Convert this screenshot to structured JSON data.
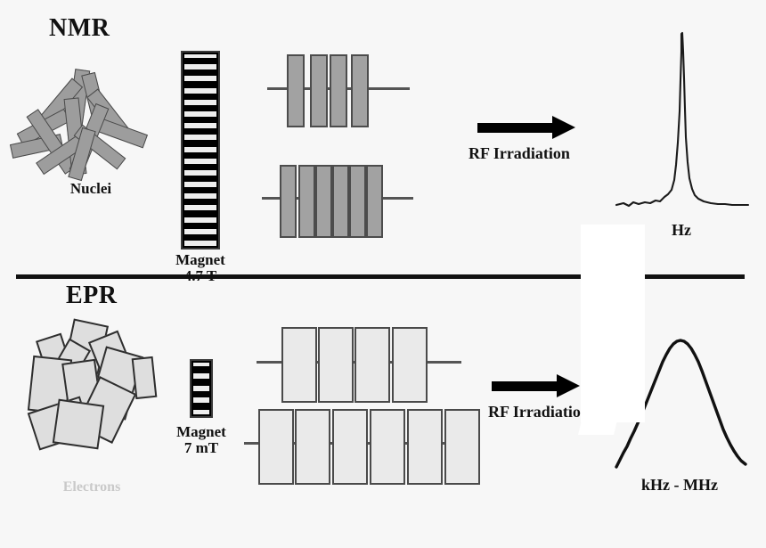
{
  "figure": {
    "background": "#f7f7f7",
    "ink": "#111111"
  },
  "nmr": {
    "title": "NMR",
    "cluster_label": "Nuclei",
    "magnet": {
      "name": "Magnet",
      "strength": "4.7 T",
      "stripe_count": 17
    },
    "spin_rows": {
      "top_count": 4,
      "bottom_count": 6
    },
    "excitation": {
      "label": "RF Irradiation",
      "icon": "right-arrow-icon"
    },
    "spectrum": {
      "label": "Hz",
      "linewidth": "narrow",
      "description": "sharp narrow resonance line"
    }
  },
  "epr": {
    "title": "EPR",
    "cluster_label": "Electrons",
    "magnet": {
      "name": "Magnet",
      "strength": "7 mT",
      "stripe_count": 5
    },
    "spin_rows": {
      "top_count": 4,
      "bottom_count": 6
    },
    "excitation": {
      "label": "RF Irradiation",
      "icon": "right-arrow-icon"
    },
    "spectrum": {
      "label": "kHz - MHz",
      "linewidth": "broad",
      "description": "broad bell shaped resonance line"
    }
  },
  "chart_data": [
    {
      "type": "line",
      "title": "NMR spectrum",
      "xlabel": "Hz",
      "ylabel": "",
      "x": [
        0,
        5,
        10,
        15,
        20,
        25,
        30,
        35,
        40,
        42,
        44,
        46,
        47,
        48,
        49,
        50,
        51,
        52,
        53,
        54,
        56,
        58,
        60,
        65,
        70,
        75,
        80,
        85,
        90,
        95,
        100
      ],
      "values": [
        2,
        2,
        3,
        2,
        3,
        3,
        4,
        5,
        7,
        10,
        16,
        30,
        52,
        78,
        95,
        100,
        96,
        80,
        55,
        32,
        18,
        11,
        8,
        6,
        5,
        4,
        4,
        3,
        3,
        3,
        3
      ],
      "ylim": [
        0,
        100
      ]
    },
    {
      "type": "line",
      "title": "EPR spectrum",
      "xlabel": "kHz - MHz",
      "ylabel": "",
      "x": [
        0,
        5,
        10,
        15,
        20,
        25,
        30,
        35,
        40,
        45,
        50,
        55,
        60,
        65,
        70,
        75,
        80,
        85,
        90,
        95,
        100
      ],
      "values": [
        0,
        4,
        9,
        16,
        25,
        37,
        50,
        64,
        78,
        90,
        97,
        100,
        97,
        90,
        79,
        65,
        50,
        36,
        23,
        12,
        4
      ],
      "ylim": [
        0,
        100
      ]
    }
  ]
}
